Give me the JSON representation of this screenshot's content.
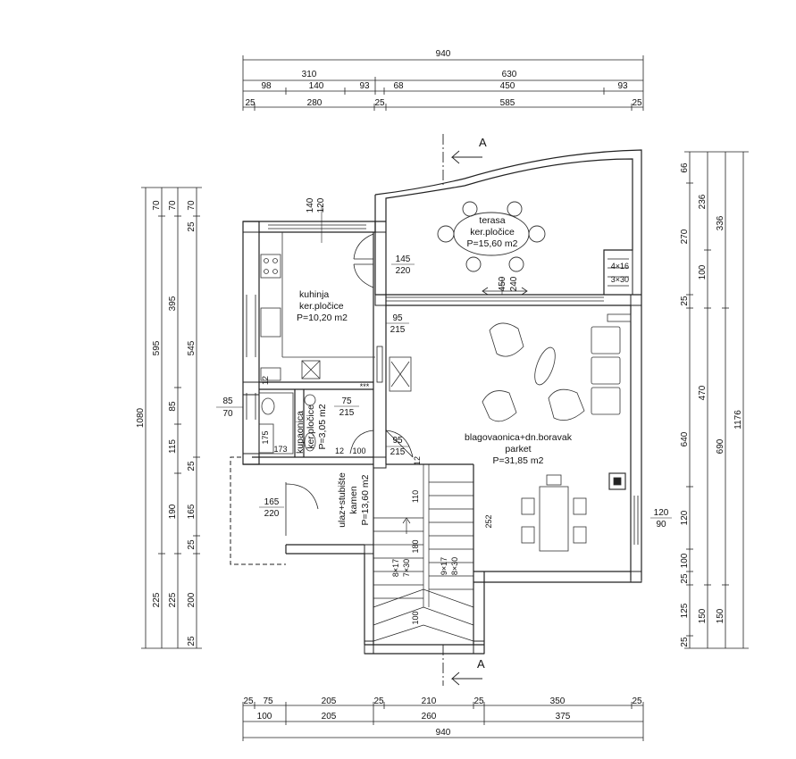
{
  "section_marker": "A",
  "rooms": {
    "terasa": {
      "name": "terasa",
      "finish": "ker.pločice",
      "area": "P=15,60 m2"
    },
    "kuhinja": {
      "name": "kuhinja",
      "finish": "ker.pločice",
      "area": "P=10,20 m2"
    },
    "kupaonica": {
      "name": "kupaonica",
      "finish": "ker.pločice",
      "area": "P=3,05 m2"
    },
    "ulaz": {
      "name": "ulaz+stubište",
      "finish": "kamen",
      "area": "P=13,60 m2"
    },
    "boravak": {
      "name": "blagovaonica+dn.boravak",
      "finish": "parket",
      "area": "P=31,85 m2"
    }
  },
  "top_dims": {
    "row1": [
      "940"
    ],
    "row2": [
      "310",
      "630"
    ],
    "row3": [
      "98",
      "140",
      "93",
      "68",
      "450",
      "93"
    ],
    "row4": [
      "25",
      "280",
      "25",
      "585",
      "25"
    ]
  },
  "bottom_dims": {
    "row1": [
      "25",
      "75",
      "205",
      "25",
      "210",
      "25",
      "350",
      "25"
    ],
    "row2": [
      "100",
      "205",
      "260",
      "375"
    ],
    "row3": [
      "940"
    ]
  },
  "left_dims": {
    "col1": [
      "1080"
    ],
    "col2": [
      "70",
      "595",
      "225"
    ],
    "col3": [
      "70",
      "395",
      "85",
      "115",
      "190",
      "225"
    ],
    "col4": [
      "70",
      "545",
      "165",
      "25",
      "200"
    ],
    "col5": [
      "25",
      "25",
      "25"
    ]
  },
  "right_dims": {
    "col1": [
      "66",
      "270",
      "25",
      "640",
      "120",
      "100",
      "25",
      "125",
      "25"
    ],
    "col2": [
      "236",
      "100",
      "470",
      "150"
    ],
    "col3": [
      "336",
      "690",
      "150"
    ],
    "col4": [
      "1176"
    ]
  },
  "openings": {
    "k_door": {
      "w": "140",
      "h": "120"
    },
    "k_win": {
      "w": "145",
      "h": "220"
    },
    "k_pass": {
      "w": "95",
      "h": "215"
    },
    "bath_win": {
      "w": "85",
      "h": "70"
    },
    "bath_door": {
      "w": "75",
      "h": "215"
    },
    "lr_door": {
      "w": "95",
      "h": "215"
    },
    "entry_door": {
      "w": "165",
      "h": "220"
    },
    "terrace_door": {
      "w": "450",
      "h": "240"
    },
    "east_win": {
      "w": "120",
      "h": "90"
    }
  },
  "inner_labels": {
    "b12a": "12",
    "b12b": "12",
    "b100": "100",
    "b175": "175",
    "b173": "173",
    "s110": "110",
    "s180": "180",
    "s100": "100",
    "s252": "252",
    "s12": "12",
    "stair1a": "8×17",
    "stair1b": "7×30",
    "stair2a": "9×17",
    "stair2b": "8×30",
    "tstair_a": "4×16",
    "tstair_b": "3×30",
    "hob": "***"
  }
}
